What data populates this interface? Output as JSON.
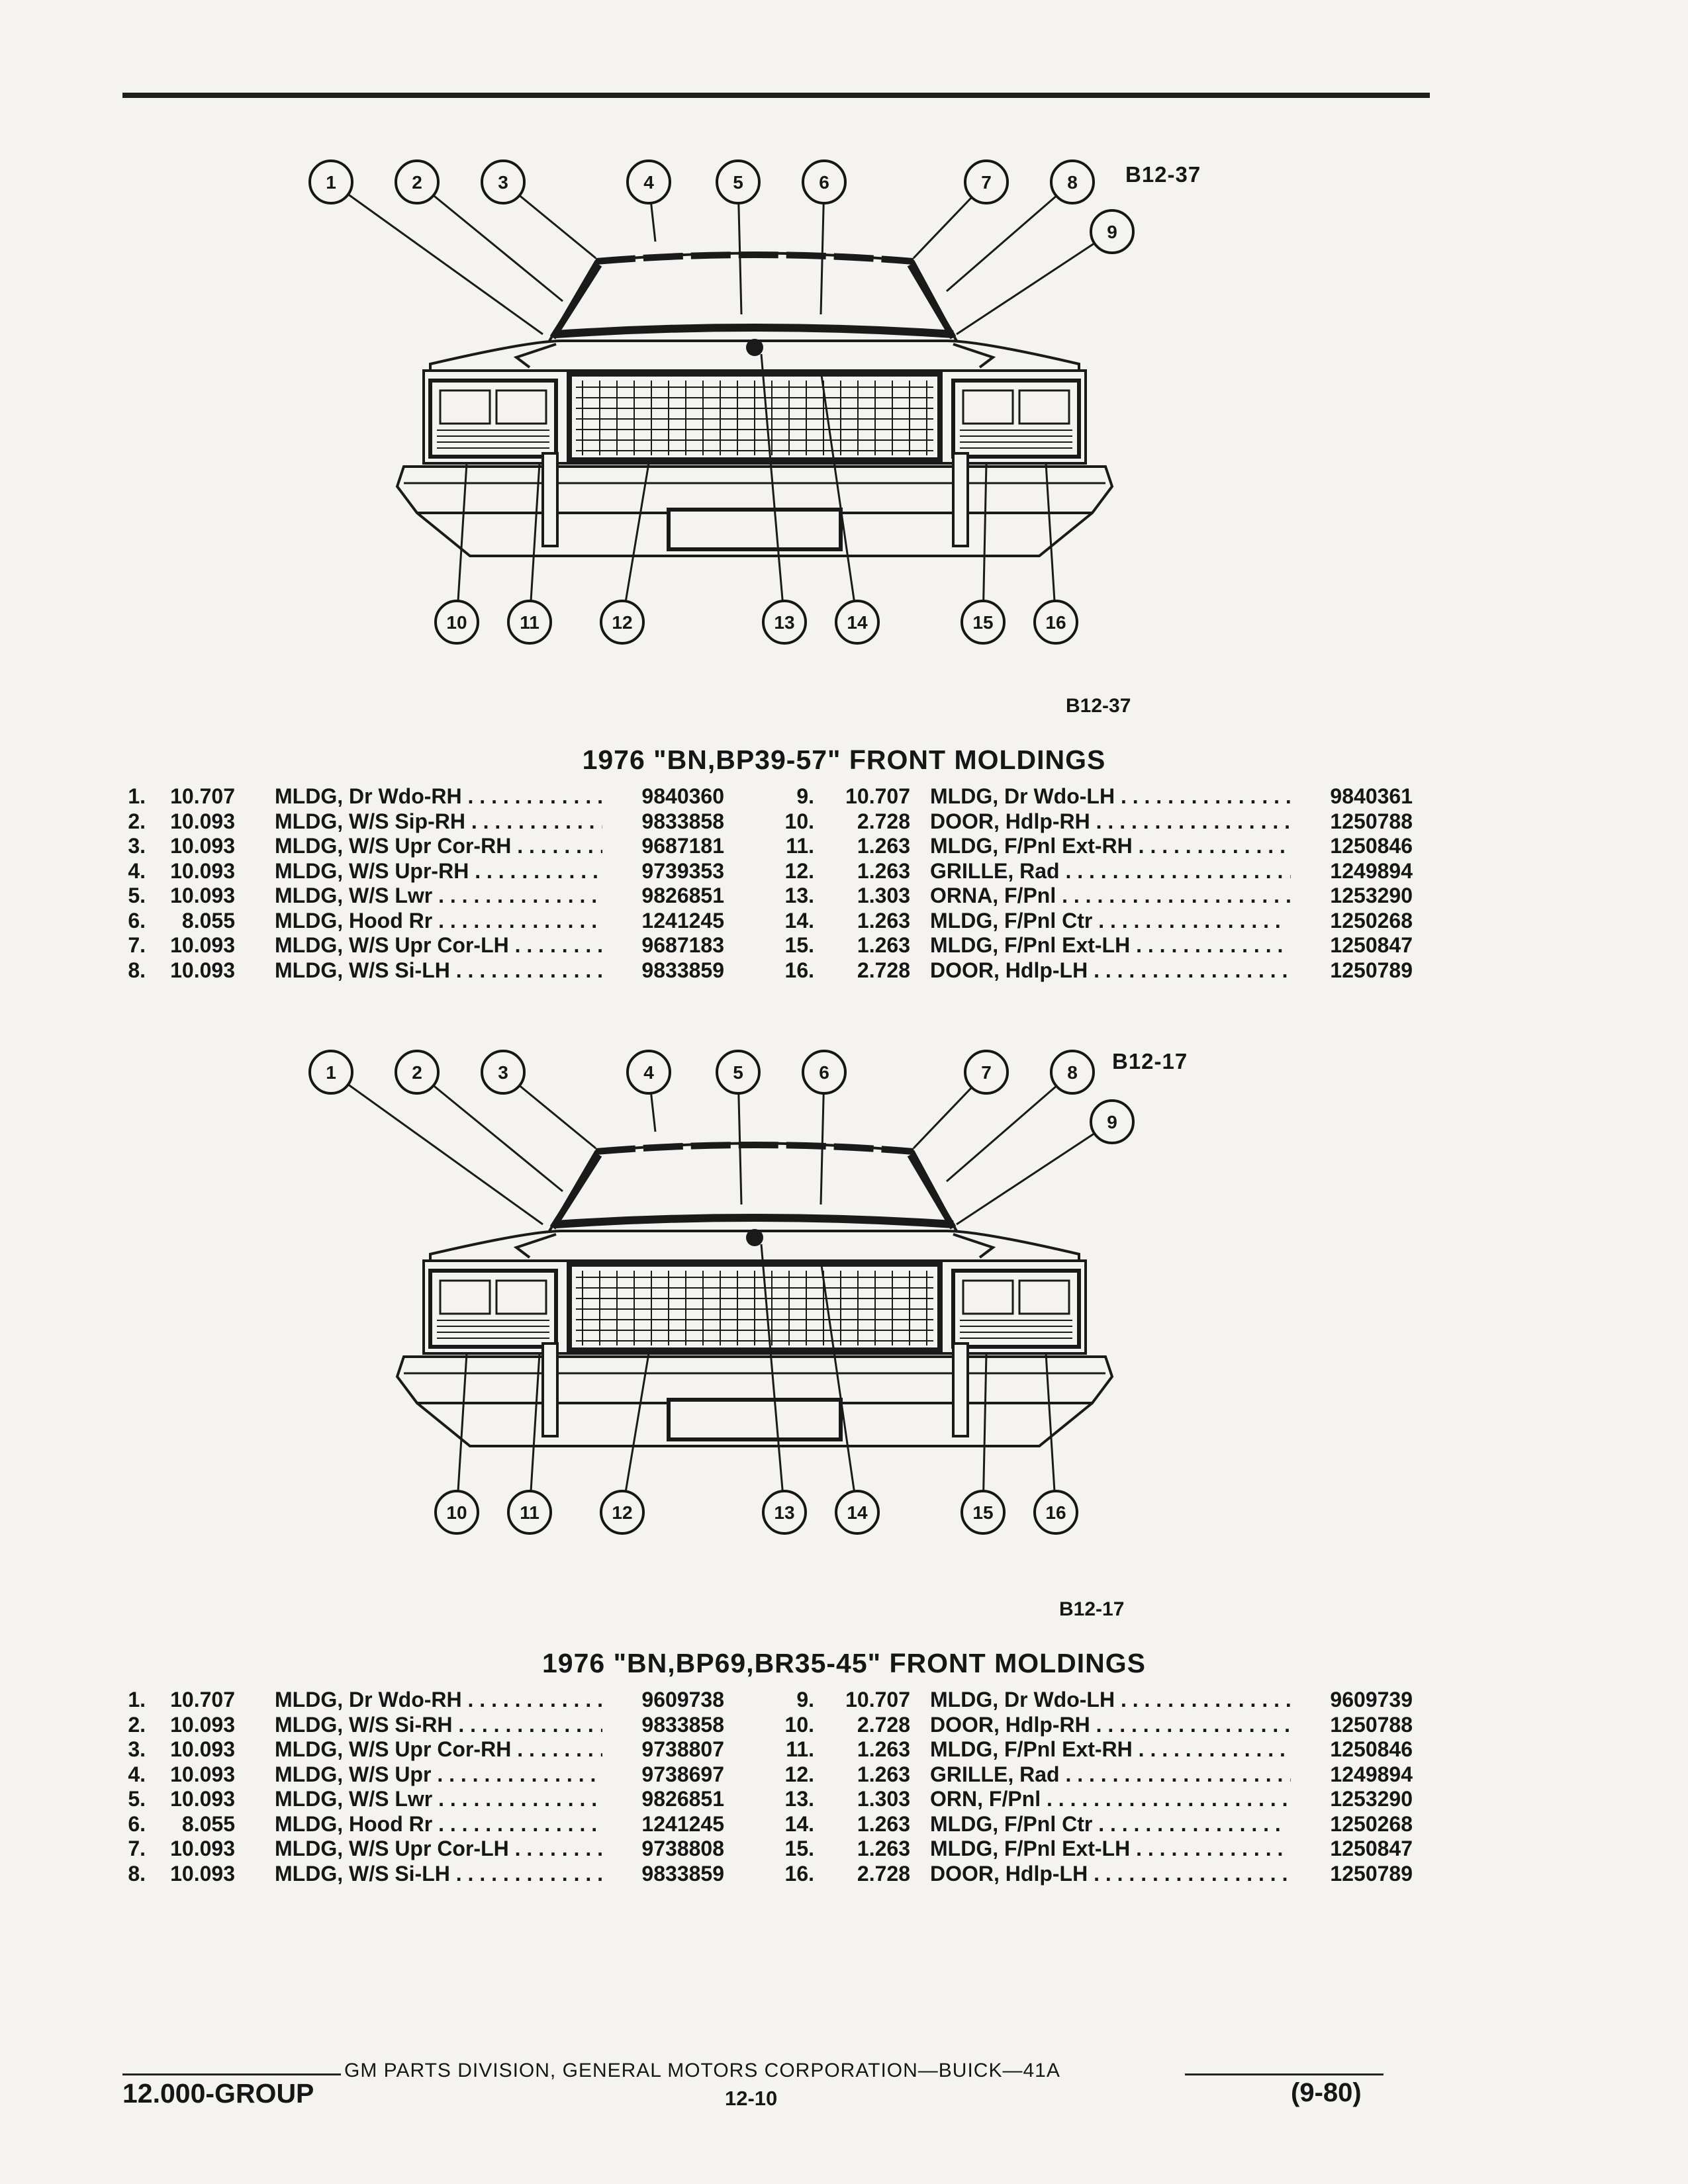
{
  "figures": [
    {
      "code": "B12-37",
      "caption": "B12-37",
      "title": "1976 \"BN,BP39-57\" FRONT MOLDINGS",
      "callouts": [
        "1",
        "2",
        "3",
        "4",
        "5",
        "6",
        "7",
        "8",
        "9",
        "10",
        "11",
        "12",
        "13",
        "14",
        "15",
        "16"
      ],
      "parts_left": [
        {
          "no": "1.",
          "group": "10.707",
          "desc": "MLDG, Dr Wdo-RH . . . . . . . . . . . . . . . .",
          "part": "9840360"
        },
        {
          "no": "2.",
          "group": "10.093",
          "desc": "MLDG, W/S Sip-RH . . . . . . . . . . . . . . .",
          "part": "9833858"
        },
        {
          "no": "3.",
          "group": "10.093",
          "desc": "MLDG, W/S Upr Cor-RH . . . . . . . . .",
          "part": "9687181"
        },
        {
          "no": "4.",
          "group": "10.093",
          "desc": "MLDG, W/S Upr-RH . . . . . . . . . . . . . .",
          "part": "9739353"
        },
        {
          "no": "5.",
          "group": "10.093",
          "desc": "MLDG, W/S Lwr . . . . . . . . . . . . . . . .",
          "part": "9826851"
        },
        {
          "no": "6.",
          "group": "8.055",
          "desc": "MLDG, Hood Rr . . . . . . . . . . . . . . . . .",
          "part": "1241245"
        },
        {
          "no": "7.",
          "group": "10.093",
          "desc": "MLDG, W/S Upr Cor-LH . . . . . . . . .",
          "part": "9687183"
        },
        {
          "no": "8.",
          "group": "10.093",
          "desc": "MLDG, W/S Si-LH . . . . . . . . . . . . . . . .",
          "part": "9833859"
        }
      ],
      "parts_right": [
        {
          "no": "9.",
          "group": "10.707",
          "desc": "MLDG, Dr Wdo-LH . . . . . . . . . . . . . . . .",
          "part": "9840361"
        },
        {
          "no": "10.",
          "group": "2.728",
          "desc": "DOOR, Hdlp-RH . . . . . . . . . . . . . . . . . .",
          "part": "1250788"
        },
        {
          "no": "11.",
          "group": "1.263",
          "desc": "MLDG, F/Pnl Ext-RH . . . . . . . . . . . . .",
          "part": "1250846"
        },
        {
          "no": "12.",
          "group": "1.263",
          "desc": "GRILLE, Rad . . . . . . . . . . . . . . . . . . . . .",
          "part": "1249894"
        },
        {
          "no": "13.",
          "group": "1.303",
          "desc": "ORNA, F/Pnl . . . . . . . . . . . . . . . . . . . .",
          "part": "1253290"
        },
        {
          "no": "14.",
          "group": "1.263",
          "desc": "MLDG, F/Pnl Ctr . . . . . . . . . . . . . . . .",
          "part": "1250268"
        },
        {
          "no": "15.",
          "group": "1.263",
          "desc": "MLDG, F/Pnl Ext-LH . . . . . . . . . . . . .",
          "part": "1250847"
        },
        {
          "no": "16.",
          "group": "2.728",
          "desc": "DOOR, Hdlp-LH . . . . . . . . . . . . . . . . . .",
          "part": "1250789"
        }
      ]
    },
    {
      "code": "B12-17",
      "caption": "B12-17",
      "title": "1976 \"BN,BP69,BR35-45\" FRONT MOLDINGS",
      "callouts": [
        "1",
        "2",
        "3",
        "4",
        "5",
        "6",
        "7",
        "8",
        "9",
        "10",
        "11",
        "12",
        "13",
        "14",
        "15",
        "16"
      ],
      "parts_left": [
        {
          "no": "1.",
          "group": "10.707",
          "desc": "MLDG, Dr Wdo-RH . . . . . . . . . . . . . . . .",
          "part": "9609738"
        },
        {
          "no": "2.",
          "group": "10.093",
          "desc": "MLDG, W/S Si-RH . . . . . . . . . . . . . . . .",
          "part": "9833858"
        },
        {
          "no": "3.",
          "group": "10.093",
          "desc": "MLDG, W/S Upr Cor-RH . . . . . . . . .",
          "part": "9738807"
        },
        {
          "no": "4.",
          "group": "10.093",
          "desc": "MLDG, W/S Upr . . . . . . . . . . . . . . . . . .",
          "part": "9738697"
        },
        {
          "no": "5.",
          "group": "10.093",
          "desc": "MLDG, W/S Lwr . . . . . . . . . . . . . . . . . .",
          "part": "9826851"
        },
        {
          "no": "6.",
          "group": "8.055",
          "desc": "MLDG, Hood Rr . . . . . . . . . . . . . . . . .",
          "part": "1241245"
        },
        {
          "no": "7.",
          "group": "10.093",
          "desc": "MLDG, W/S Upr Cor-LH . . . . . . . . .",
          "part": "9738808"
        },
        {
          "no": "8.",
          "group": "10.093",
          "desc": "MLDG, W/S Si-LH . . . . . . . . . . . . . . . .",
          "part": "9833859"
        }
      ],
      "parts_right": [
        {
          "no": "9.",
          "group": "10.707",
          "desc": "MLDG, Dr Wdo-LH . . . . . . . . . . . . . . . .",
          "part": "9609739"
        },
        {
          "no": "10.",
          "group": "2.728",
          "desc": "DOOR, Hdlp-RH . . . . . . . . . . . . . . . . . .",
          "part": "1250788"
        },
        {
          "no": "11.",
          "group": "1.263",
          "desc": "MLDG, F/Pnl Ext-RH . . . . . . . . . . . . .",
          "part": "1250846"
        },
        {
          "no": "12.",
          "group": "1.263",
          "desc": "GRILLE, Rad . . . . . . . . . . . . . . . . . . . . .",
          "part": "1249894"
        },
        {
          "no": "13.",
          "group": "1.303",
          "desc": "ORN, F/Pnl . . . . . . . . . . . . . . . . . . . . . .",
          "part": "1253290"
        },
        {
          "no": "14.",
          "group": "1.263",
          "desc": "MLDG, F/Pnl Ctr . . . . . . . . . . . . . . . .",
          "part": "1250268"
        },
        {
          "no": "15.",
          "group": "1.263",
          "desc": "MLDG, F/Pnl Ext-LH . . . . . . . . . . . . .",
          "part": "1250847"
        },
        {
          "no": "16.",
          "group": "2.728",
          "desc": "DOOR, Hdlp-LH . . . . . . . . . . . . . . . . . .",
          "part": "1250789"
        }
      ]
    }
  ],
  "footer": {
    "publisher": "GM PARTS DIVISION, GENERAL MOTORS CORPORATION—BUICK—41A",
    "group": "12.000-GROUP",
    "page": "12-10",
    "date": "(9-80)"
  }
}
